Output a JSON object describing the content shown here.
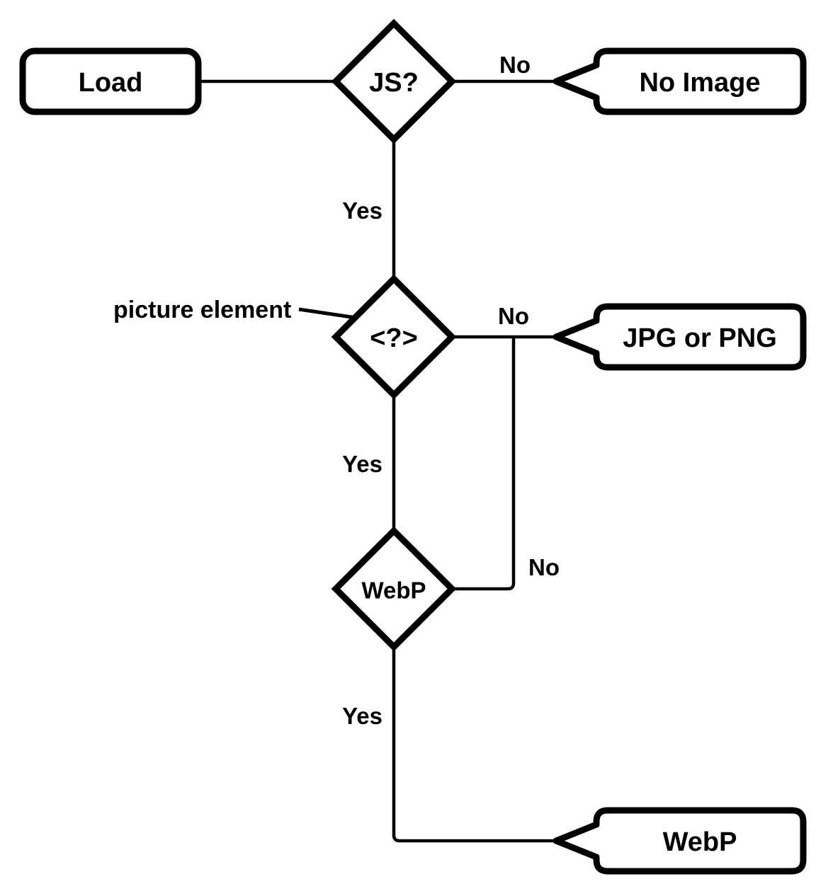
{
  "flowchart": {
    "description": "Image loading decision flowchart",
    "colors": {
      "stroke": "#000000",
      "node_fill": "#ffffff",
      "background": "#ffffff"
    },
    "nodes": {
      "load": {
        "label": "Load",
        "type": "process"
      },
      "js_check": {
        "label": "JS?",
        "type": "decision"
      },
      "no_image": {
        "label": "No Image",
        "type": "result"
      },
      "picture_check": {
        "label": "<?>",
        "type": "decision",
        "annotation": "picture element"
      },
      "jpg_or_png": {
        "label": "JPG or PNG",
        "type": "result"
      },
      "webp_check": {
        "label": "WebP",
        "type": "decision"
      },
      "webp_result": {
        "label": "WebP",
        "type": "result"
      }
    },
    "edge_labels": {
      "js_no": "No",
      "js_yes": "Yes",
      "picture_no": "No",
      "picture_yes": "Yes",
      "webp_no": "No",
      "webp_yes": "Yes"
    }
  }
}
